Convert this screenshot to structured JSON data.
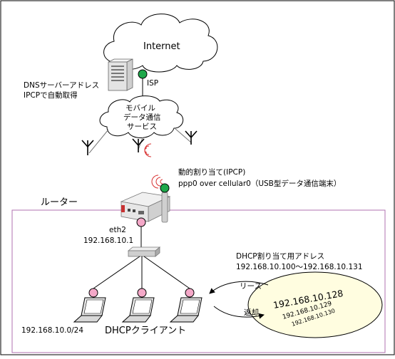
{
  "internet_cloud": {
    "label": "Internet"
  },
  "isp": {
    "label": "ISP"
  },
  "dns_note": {
    "lines": [
      "DNSサーバーアドレス",
      "IPCPで自動取得"
    ]
  },
  "mobile_cloud": {
    "lines": [
      "モバイル",
      "データ通信",
      "サービス"
    ]
  },
  "router": {
    "title": "ルーター",
    "wan_assign": "動的割り当て(IPCP)",
    "wan_iface": "ppp0 over cellular0（USB型データ通信端末）",
    "lan_iface": "eth2",
    "lan_ip": "192.168.10.1"
  },
  "dhcp": {
    "pool_title": "DHCP割り当て用アドレス",
    "pool_range": "192.168.10.100〜192.168.10.131",
    "lease_label": "リース",
    "return_label": "返却",
    "addresses": [
      "192.168.10.128",
      "192.168.10.129",
      "192.168.10.130"
    ]
  },
  "lan": {
    "subnet": "192.168.10.0/24",
    "clients_label": "DHCPクライアント"
  },
  "colors": {
    "node_green": "#1ea84a",
    "node_pink": "#f4a8c8",
    "frame_purple": "#b070b0",
    "ellipse_fill": "#fffde0",
    "router_red": "#c83232"
  }
}
